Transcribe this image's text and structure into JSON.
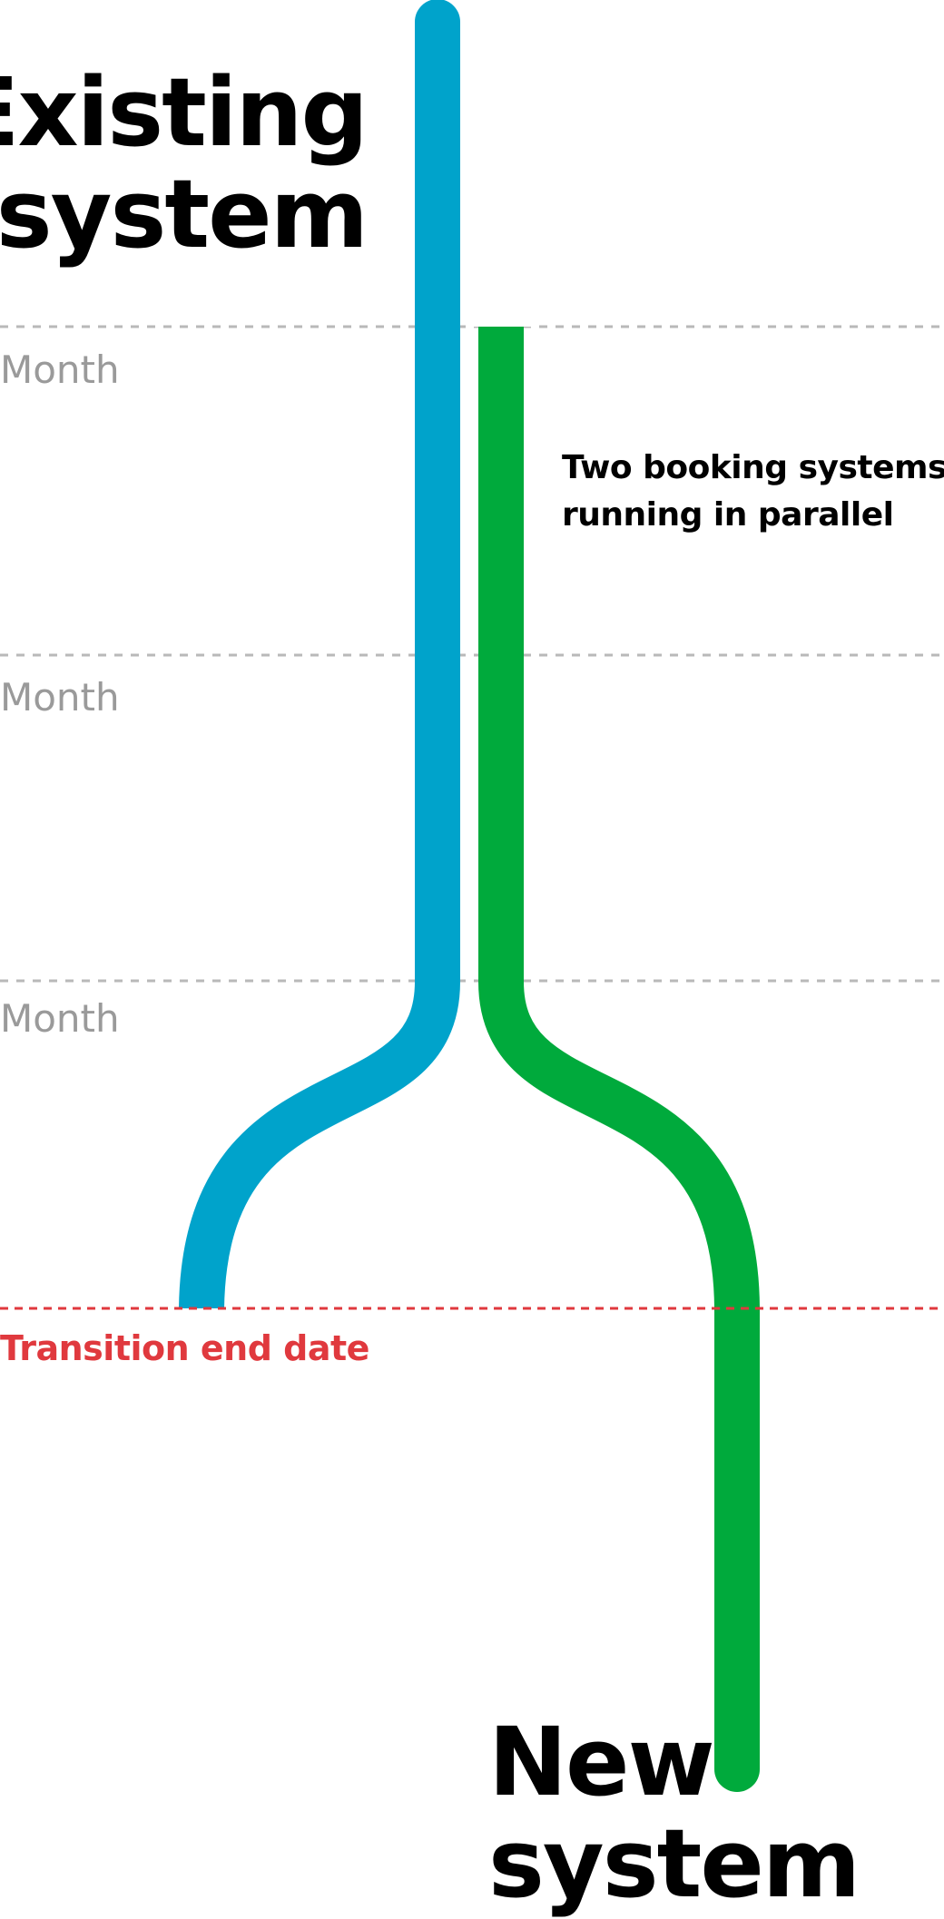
{
  "titles": {
    "existing_line1": "Existing",
    "existing_line2": "system",
    "new_line1": "New",
    "new_line2": "system"
  },
  "timeline": {
    "month_labels": [
      "Month",
      "Month",
      "Month"
    ],
    "transition_label": "Transition end date"
  },
  "annotation": {
    "line1": "Two booking systems",
    "line2": "running in parallel"
  },
  "colors": {
    "existing_track": "#00a3cb",
    "new_track": "#00aa3c",
    "month_divider": "#b9b9b9",
    "transition_line": "#e0393e",
    "month_text": "#9a9a9a",
    "transition_text": "#e0393e",
    "title_text": "#000000"
  }
}
